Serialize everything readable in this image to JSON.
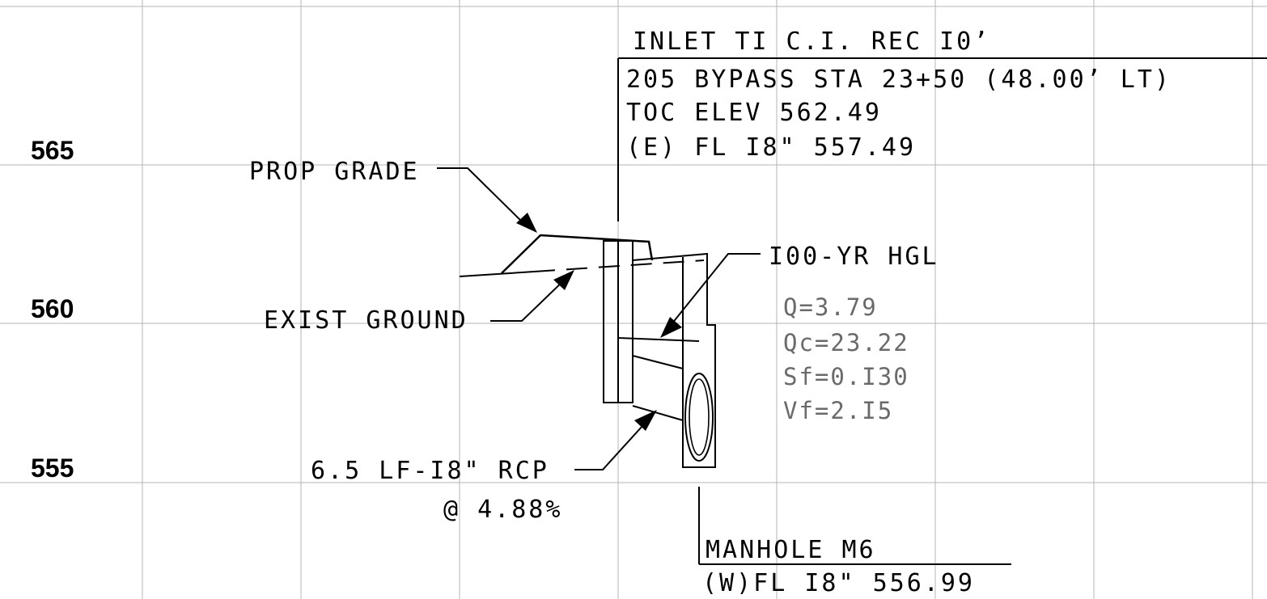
{
  "elevations": [
    "565",
    "560",
    "555"
  ],
  "inlet": {
    "title": "INLET TI C.I. REC I0’",
    "station": "205 BYPASS STA 23+50 (48.00’ LT)",
    "toc": "TOC ELEV 562.49",
    "flowline": "(E) FL I8\" 557.49"
  },
  "labels": {
    "prop_grade": "PROP GRADE",
    "exist_ground": "EXIST GROUND",
    "hgl": "I00-YR HGL",
    "pipe": "6.5 LF-I8\" RCP",
    "slope": "@ 4.88%"
  },
  "hydraulics": {
    "q": "Q=3.79",
    "qc": "Qc=23.22",
    "sf": "Sf=0.I30",
    "vf": "Vf=2.I5"
  },
  "manhole": {
    "title": "MANHOLE M6",
    "flowline": "(W)FL I8\" 556.99"
  }
}
